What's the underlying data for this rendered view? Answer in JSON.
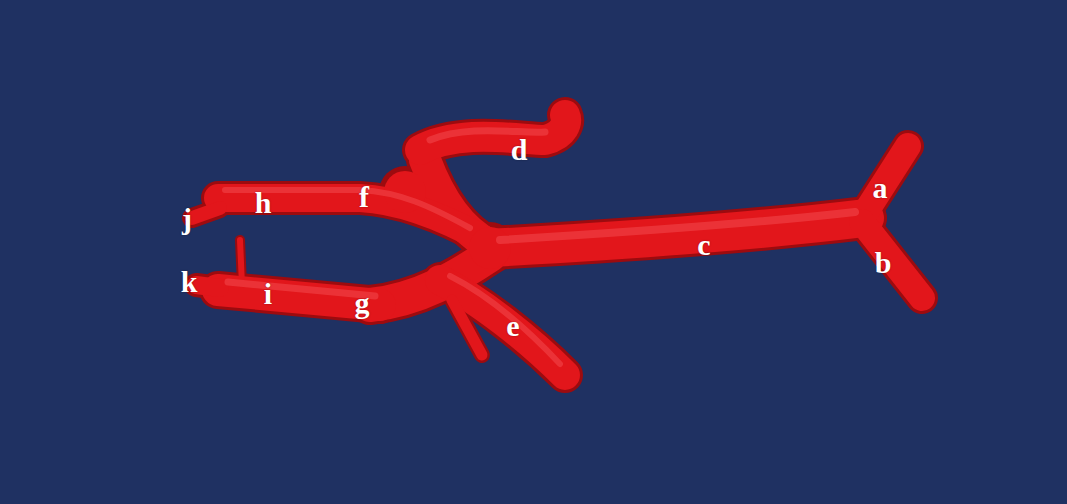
{
  "diagram": {
    "labels": [
      "a",
      "b",
      "c",
      "d",
      "e",
      "f",
      "g",
      "h",
      "i",
      "j",
      "k"
    ]
  }
}
